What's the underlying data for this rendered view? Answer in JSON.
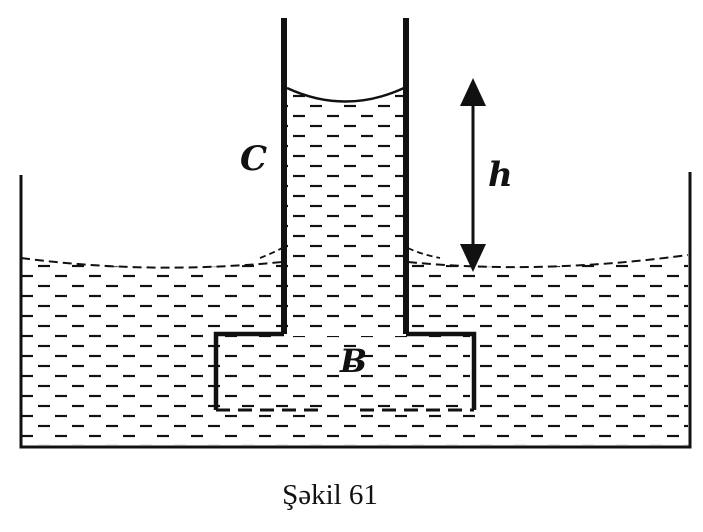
{
  "labels": {
    "tube": "C",
    "block": "B",
    "height": "h"
  },
  "caption": "Şəkil 61",
  "colors": {
    "ink": "#111111",
    "background": "#ffffff"
  },
  "icons": {
    "height_arrow": "double-headed-vertical-arrow-icon"
  }
}
